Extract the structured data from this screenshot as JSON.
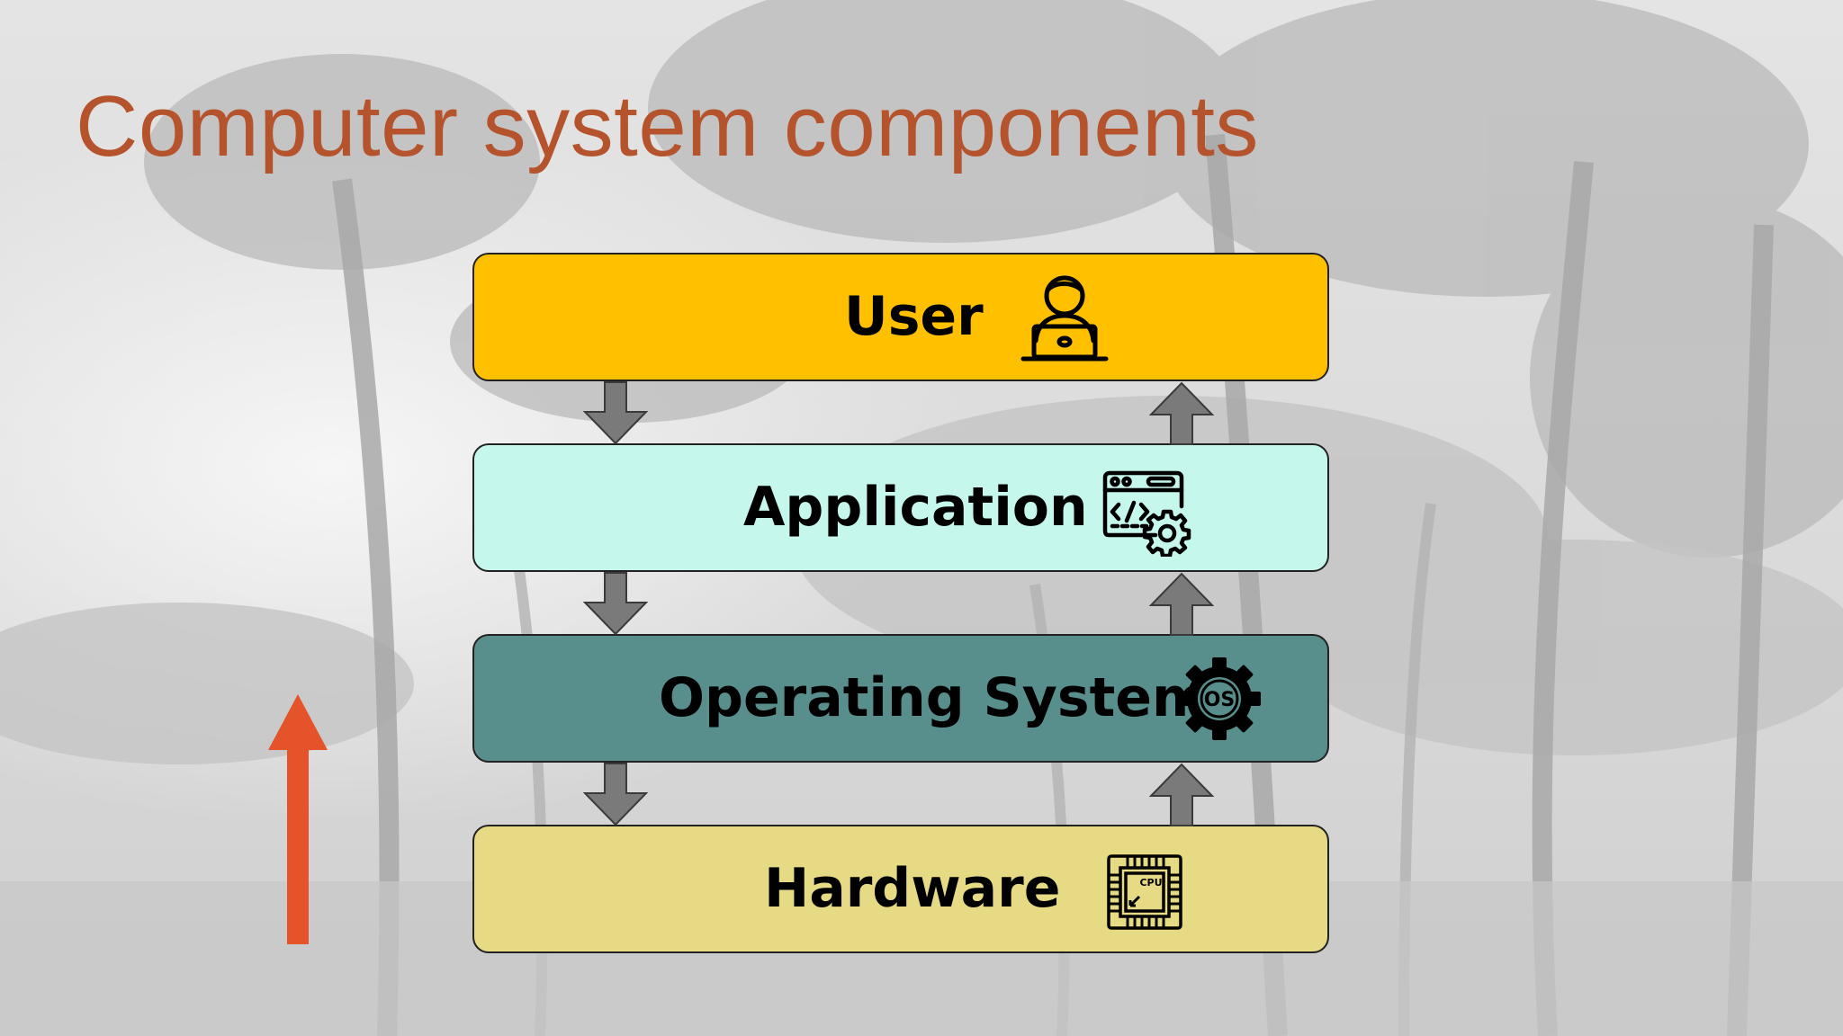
{
  "title": "Computer system components",
  "layers": [
    {
      "label": "User",
      "icon": "user-laptop-icon",
      "color": "#ffc000"
    },
    {
      "label": "Application",
      "icon": "code-settings-icon",
      "color": "#c5f7ec"
    },
    {
      "label": "Operating System",
      "icon": "os-gear-icon",
      "color": "#588f8c"
    },
    {
      "label": "Hardware",
      "icon": "cpu-chip-icon",
      "color": "#e6da84"
    }
  ],
  "cpu_icon_text": "CPU",
  "os_icon_text": "OS",
  "colors": {
    "title": "#b5532d",
    "arrow_gray": "#7a7a7a",
    "big_arrow": "#e5532a"
  }
}
